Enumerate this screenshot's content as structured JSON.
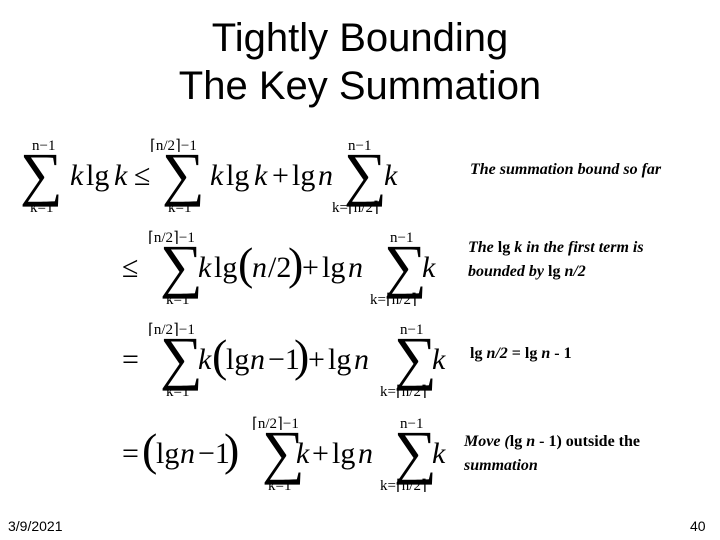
{
  "slide": {
    "title_line1": "Tightly Bounding",
    "title_line2": "The Key Summation"
  },
  "equations": [
    {
      "latex": "\\sum_{k=1}^{n-1} k \\lg k \\le \\sum_{k=1}^{\\lceil n/2 \\rceil -1} k \\lg k + \\lg n \\sum_{k=\\lceil n/2 \\rceil}^{n-1} k"
    },
    {
      "latex": "\\le \\sum_{k=1}^{\\lceil n/2 \\rceil -1} k \\lg(n/2) + \\lg n \\sum_{k=\\lceil n/2 \\rceil}^{n-1} k"
    },
    {
      "latex": "= \\sum_{k=1}^{\\lceil n/2 \\rceil -1} k(\\lg n - 1) + \\lg n \\sum_{k=\\lceil n/2 \\rceil}^{n-1} k"
    },
    {
      "latex": "= (\\lg n - 1) \\sum_{k=1}^{\\lceil n/2 \\rceil -1} k + \\lg n \\sum_{k=\\lceil n/2 \\rceil}^{n-1} k"
    }
  ],
  "notes": {
    "note1": "The summation bound so far",
    "note2_a": "The ",
    "note2_b": "lg ",
    "note2_c": "k in the first term is",
    "note2_d": "bounded by ",
    "note2_e": "lg ",
    "note2_f": "n/2",
    "note3_a": "lg ",
    "note3_b": "n/2",
    "note3_c": " = ",
    "note3_d": "lg ",
    "note3_e": "n",
    "note3_f": " - 1",
    "note4_a": "Move (",
    "note4_b": "lg ",
    "note4_c": "n",
    "note4_d": " - 1) outside the",
    "note4_e": "summation"
  },
  "footer": {
    "date": "3/9/2021",
    "page": "40"
  }
}
